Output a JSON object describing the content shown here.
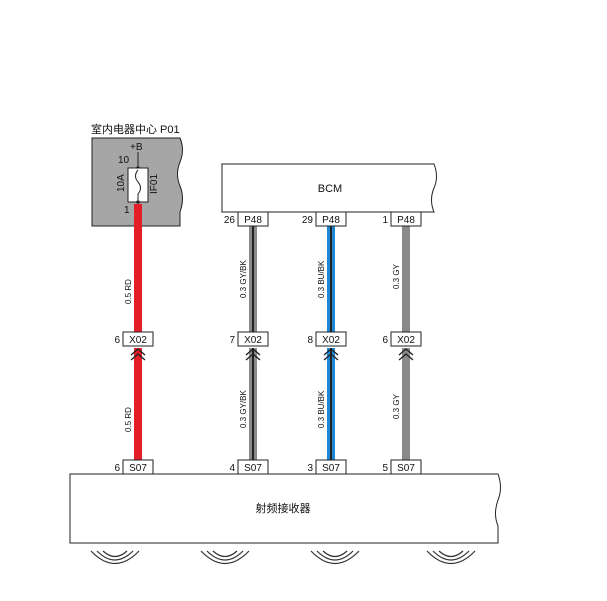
{
  "fuse_box": {
    "title": "室内电器中心 P01",
    "supply": "+B",
    "pin_in": "10",
    "pin_out": "1",
    "rating": "10A",
    "fuse_id": "IF01"
  },
  "bcm": {
    "label": "BCM",
    "connectors": [
      {
        "pin": "26",
        "conn": "P48"
      },
      {
        "pin": "29",
        "conn": "P48"
      },
      {
        "pin": "1",
        "conn": "P48"
      }
    ]
  },
  "inline_connectors": [
    {
      "pin": "6",
      "conn": "X02"
    },
    {
      "pin": "7",
      "conn": "X02"
    },
    {
      "pin": "8",
      "conn": "X02"
    },
    {
      "pin": "6",
      "conn": "X02"
    }
  ],
  "wires": [
    {
      "upper": "0.5 RD",
      "lower": "0.5 RD",
      "color": "#e41e26",
      "stripe": null
    },
    {
      "upper": "0.3 GY/BK",
      "lower": "0.3 GY/BK",
      "color": "#8a8a8a",
      "stripe": "#222222"
    },
    {
      "upper": "0.3 BU/BK",
      "lower": "0.3 BU/BK",
      "color": "#1e88d6",
      "stripe": "#222222"
    },
    {
      "upper": "0.3 GY",
      "lower": "0.3 GY",
      "color": "#8a8a8a",
      "stripe": null
    }
  ],
  "receiver": {
    "label": "射频接收器",
    "connectors": [
      {
        "pin": "6",
        "conn": "S07"
      },
      {
        "pin": "4",
        "conn": "S07"
      },
      {
        "pin": "3",
        "conn": "S07"
      },
      {
        "pin": "5",
        "conn": "S07"
      }
    ]
  },
  "colors": {
    "fuse_box_fill": "#a6a6a6",
    "outline": "#222222"
  }
}
